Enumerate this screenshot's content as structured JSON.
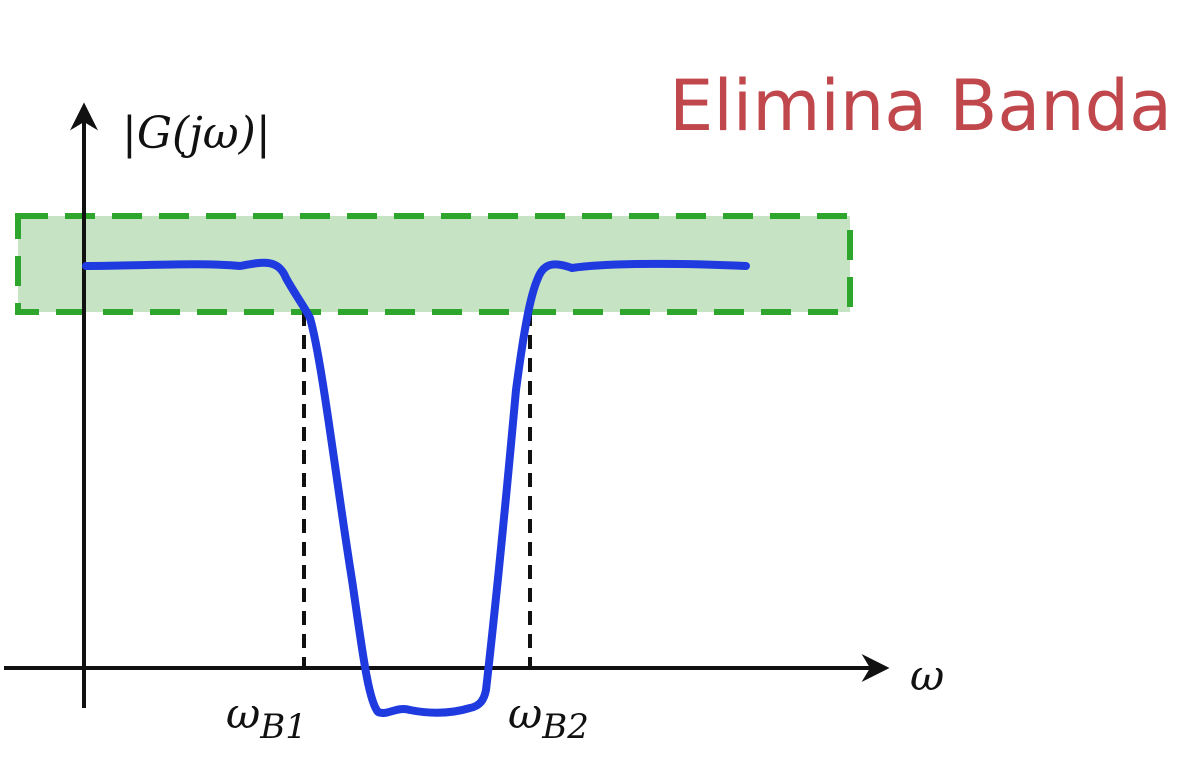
{
  "title": "Elimina Banda",
  "y_axis_label": "|G(jω)|",
  "x_axis_label": "ω",
  "cutoffs": [
    {
      "symbol": "ω",
      "subscript": "B1"
    },
    {
      "symbol": "ω",
      "subscript": "B2"
    }
  ],
  "colors": {
    "title": "#c0474c",
    "curve": "#1f3be0",
    "band_fill": "#c6e3c3",
    "band_border": "#2ea62e",
    "axis": "#111111",
    "guide": "#111111"
  }
}
